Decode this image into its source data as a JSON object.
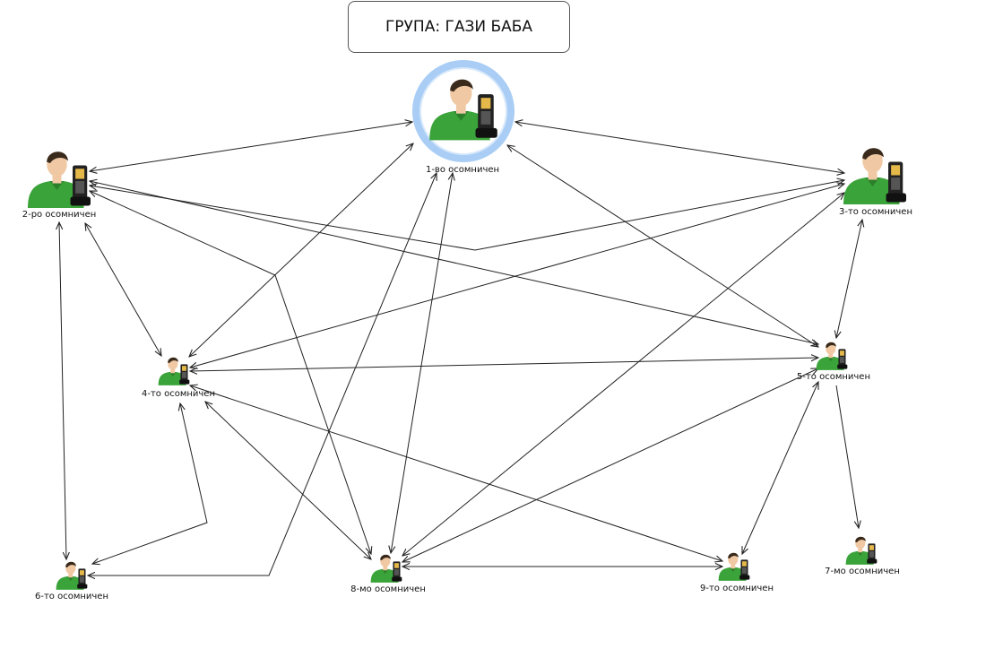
{
  "group_title": "ГРУПА: ГАЗИ БАБА",
  "nodes": [
    {
      "id": "n1",
      "label": "1-во осомничен",
      "size": "xl",
      "highlighted": true
    },
    {
      "id": "n2",
      "label": "2-ро осомничен",
      "size": "lg"
    },
    {
      "id": "n3",
      "label": "3-то осомничен",
      "size": "lg"
    },
    {
      "id": "n4",
      "label": "4-то осомничен",
      "size": "sm"
    },
    {
      "id": "n5",
      "label": "5-то осомничен",
      "size": "sm"
    },
    {
      "id": "n6",
      "label": "6-то осомничен",
      "size": "sm"
    },
    {
      "id": "n7",
      "label": "7-мо осомничен",
      "size": "sm"
    },
    {
      "id": "n8",
      "label": "8-мо осомничен",
      "size": "sm"
    },
    {
      "id": "n9",
      "label": "9-то осомничен",
      "size": "sm"
    }
  ],
  "edges": [
    {
      "from": "n1",
      "to": "n2",
      "arrows": "both"
    },
    {
      "from": "n1",
      "to": "n3",
      "arrows": "both"
    },
    {
      "from": "n1",
      "to": "n4",
      "arrows": "both"
    },
    {
      "from": "n1",
      "to": "n5",
      "arrows": "both"
    },
    {
      "from": "n1",
      "to": "n6",
      "arrows": "both"
    },
    {
      "from": "n1",
      "to": "n8",
      "arrows": "both"
    },
    {
      "from": "n2",
      "to": "n3",
      "arrows": "both"
    },
    {
      "from": "n2",
      "to": "n4",
      "arrows": "both"
    },
    {
      "from": "n2",
      "to": "n5",
      "arrows": "both"
    },
    {
      "from": "n2",
      "to": "n6",
      "arrows": "both"
    },
    {
      "from": "n2",
      "to": "n8",
      "arrows": "both"
    },
    {
      "from": "n3",
      "to": "n4",
      "arrows": "both"
    },
    {
      "from": "n3",
      "to": "n5",
      "arrows": "both"
    },
    {
      "from": "n3",
      "to": "n8",
      "arrows": "both"
    },
    {
      "from": "n4",
      "to": "n5",
      "arrows": "both"
    },
    {
      "from": "n4",
      "to": "n6",
      "arrows": "both"
    },
    {
      "from": "n4",
      "to": "n8",
      "arrows": "both"
    },
    {
      "from": "n4",
      "to": "n9",
      "arrows": "both"
    },
    {
      "from": "n5",
      "to": "n7",
      "arrows": "forward"
    },
    {
      "from": "n5",
      "to": "n8",
      "arrows": "both"
    },
    {
      "from": "n5",
      "to": "n9",
      "arrows": "both"
    },
    {
      "from": "n8",
      "to": "n9",
      "arrows": "both"
    }
  ],
  "colors": {
    "highlight_ring": "#a9cdf5",
    "highlight_ring_inner": "#d8e9fb",
    "shirt": "#3aa339",
    "shirt_dark": "#2b7f2a",
    "skin": "#f0c9a4",
    "hair": "#3a2a1c",
    "phone_body": "#222222",
    "phone_screen": "#e5b84a",
    "edge": "#222222"
  },
  "icons": {
    "person": "person-with-phone-icon"
  }
}
